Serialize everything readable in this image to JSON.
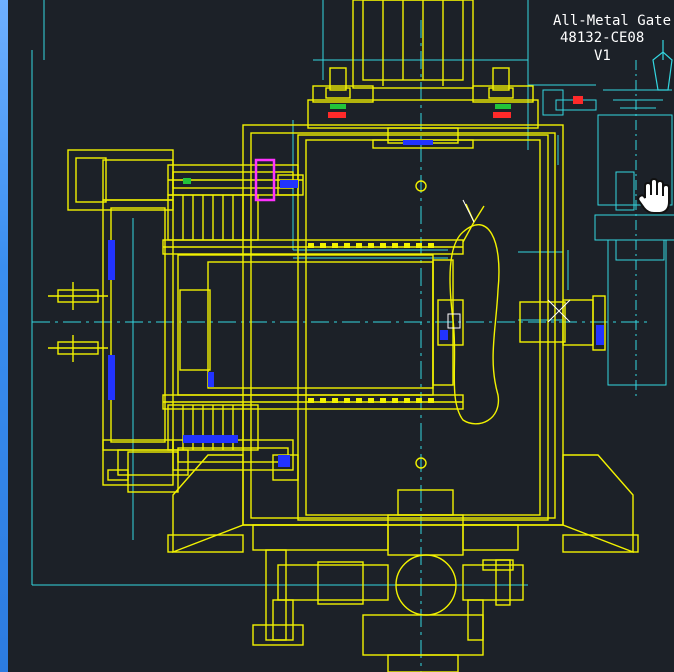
{
  "drawing": {
    "title_line1": "All-Metal Gate Va",
    "title_line2": "48132-CE08",
    "title_line3": "V1"
  },
  "colors": {
    "background": "#1c2128",
    "geometry": "#f2f200",
    "centerline": "#33d6e0",
    "accent_blue": "#2233ff",
    "accent_magenta": "#ff33ff",
    "accent_red": "#ff2a2a",
    "accent_green": "#22c43a",
    "text": "#ffffff"
  },
  "cursor": {
    "icon": "hand-pan-icon"
  }
}
